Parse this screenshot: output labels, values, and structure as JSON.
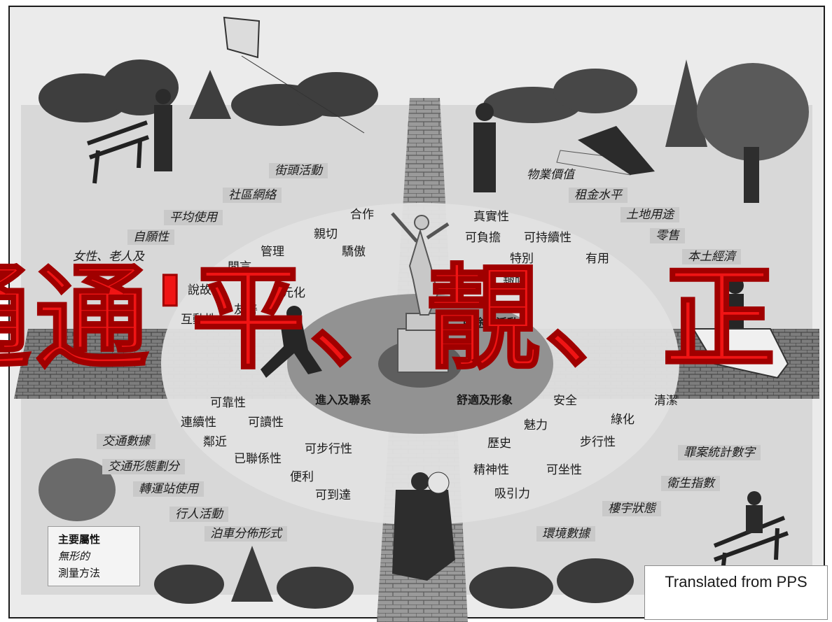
{
  "diagram": {
    "quadrants": {
      "top_left": {
        "labels": [
          "街頭活動",
          "社區網絡",
          "平均使用",
          "自願性",
          "女性、老人及",
          "合作",
          "親切",
          "管理",
          "驕傲",
          "閒言",
          "說故事",
          "友善",
          "互動性",
          "元化"
        ]
      },
      "top_right": {
        "labels": [
          "物業價值",
          "租金水平",
          "土地用途",
          "零售",
          "本土經濟",
          "真實性",
          "可負擔",
          "可持續性",
          "特別",
          "有用",
          "趣味"
        ],
        "heading": "用途及活動"
      },
      "bottom_left": {
        "heading": "進入及聯系",
        "labels": [
          "可靠性",
          "連續性",
          "可讀性",
          "鄰近",
          "已聯係性",
          "可步行性",
          "便利",
          "可到達",
          "交通數據",
          "交通形態劃分",
          "轉運站使用",
          "行人活動",
          "泊車分佈形式"
        ]
      },
      "bottom_right": {
        "heading": "舒適及形象",
        "labels": [
          "安全",
          "清潔",
          "魅力",
          "綠化",
          "歷史",
          "步行性",
          "罪案統計數字",
          "精神性",
          "可坐性",
          "衛生指數",
          "吸引力",
          "樓宇狀態",
          "環境數據"
        ]
      }
    },
    "legend": {
      "title": "主要屬性",
      "line1": "無形的",
      "line2": "測量方法"
    }
  },
  "overlay": {
    "banner_text": "通通'平、靚、正",
    "banner_color": "#f01414",
    "credit_text": "Translated from PPS"
  }
}
